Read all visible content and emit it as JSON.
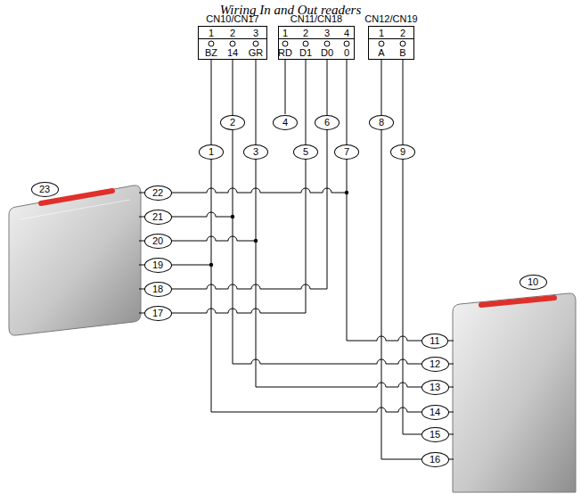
{
  "diagram": {
    "title": "Wiring In and Out readers",
    "nodes": [
      {
        "text": [
          "CN10/CN17",
          "1",
          "2",
          "3",
          "BZ",
          "14",
          "GR"
        ]
      },
      {
        "text": [
          "CN11/CN18",
          "1",
          "2",
          "3",
          "4",
          "RD",
          "D1",
          "D0",
          "0"
        ]
      },
      {
        "text": [
          "CN12/CN19",
          "1",
          "2",
          "A",
          "B"
        ]
      }
    ],
    "labels": [
      "1",
      "2",
      "3",
      "4",
      "5",
      "6",
      "7",
      "8",
      "9",
      "10",
      "11",
      "12",
      "13",
      "14",
      "15",
      "16",
      "17",
      "18",
      "19",
      "20",
      "21",
      "22",
      "23"
    ]
  }
}
